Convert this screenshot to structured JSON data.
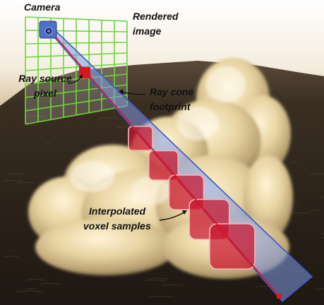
{
  "labels": {
    "camera": "Camera",
    "rendered_image_1": "Rendered",
    "rendered_image_2": "image",
    "ray_source_1": "Ray source",
    "ray_source_2": "pixel",
    "ray_cone_1": "Ray cone",
    "ray_cone_2": "footprint",
    "voxel_1": "Interpolated",
    "voxel_2": "voxel samples"
  },
  "colors": {
    "grid": "#6bd63a",
    "cone_fill": "#7f9be6",
    "cone_edge": "#3b57c7",
    "ray": "#e0141e",
    "voxel_fill": "#c8142e",
    "voxel_edge": "#f2b7bf",
    "source_pixel": "#d71622",
    "camera_body": "#4f6fc9"
  },
  "voxel_sample_count": 5
}
